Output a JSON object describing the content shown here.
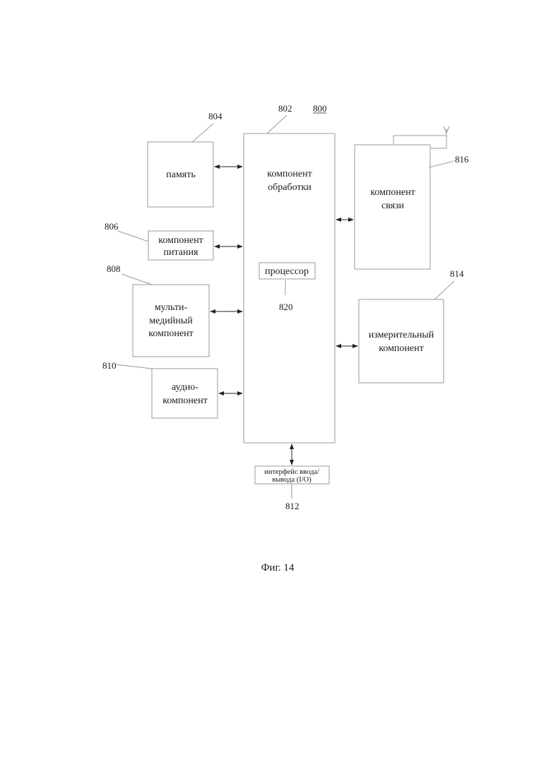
{
  "figure": {
    "ref": "800",
    "caption": "Фиг. 14"
  },
  "blocks": {
    "processing": {
      "ref": "802",
      "line1": "компонент",
      "line2": "обработки"
    },
    "memory": {
      "ref": "804",
      "line1": "память"
    },
    "power": {
      "ref": "806",
      "line1": "компонент",
      "line2": "питания"
    },
    "multimedia": {
      "ref": "808",
      "line1": "мульти-",
      "line2": "медийный",
      "line3": "компонент"
    },
    "audio": {
      "ref": "810",
      "line1": "аудио-",
      "line2": "компонент"
    },
    "io": {
      "ref": "812",
      "line1": "интерфейс ввода/",
      "line2": "вывода (I/O)"
    },
    "sensor": {
      "ref": "814",
      "line1": "измерительный",
      "line2": "компонент"
    },
    "communication": {
      "ref": "816",
      "line1": "компонент",
      "line2": "связи"
    },
    "processor": {
      "ref": "820",
      "line1": "процессор"
    }
  },
  "colors": {
    "stroke": "#9a9a9a",
    "arrow": "#222222",
    "text": "#1a1a1a"
  }
}
